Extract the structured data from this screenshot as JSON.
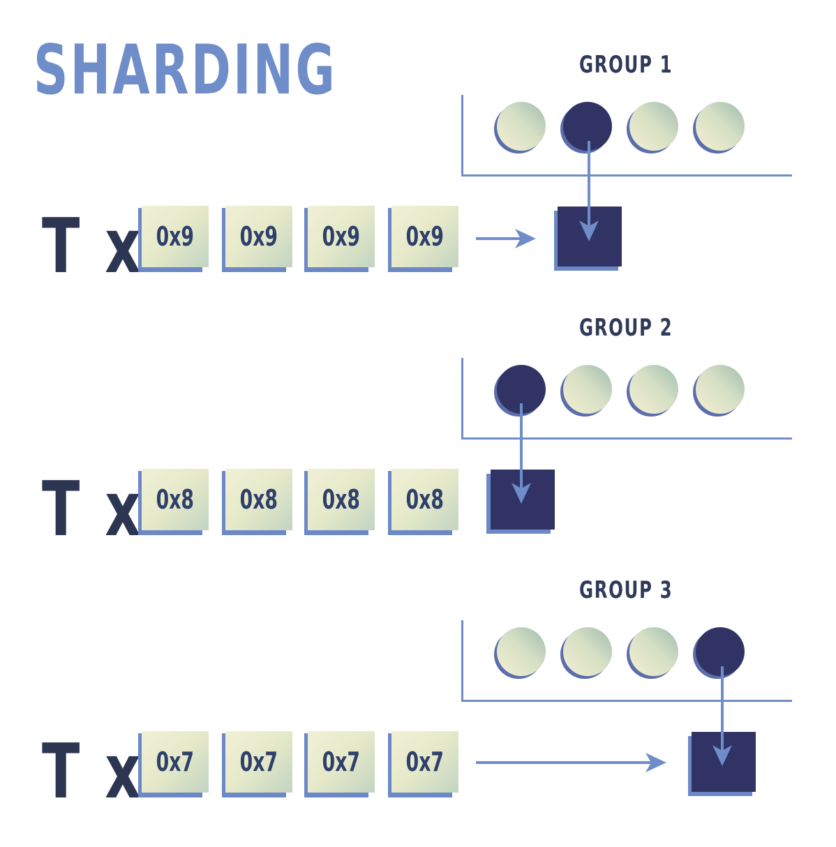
{
  "title": "SHARDING",
  "rows": [
    {
      "group_label": "GROUP 1",
      "tx_label": "T x",
      "hashes": [
        "0x9",
        "0x9",
        "0x9",
        "0x9"
      ],
      "active_node": 2
    },
    {
      "group_label": "GROUP 2",
      "tx_label": "T x",
      "hashes": [
        "0x8",
        "0x8",
        "0x8",
        "0x8"
      ],
      "active_node": 1
    },
    {
      "group_label": "GROUP 3",
      "tx_label": "T x",
      "hashes": [
        "0x7",
        "0x7",
        "0x7",
        "0x7"
      ],
      "active_node": 4
    }
  ],
  "colors": {
    "accent": "#6f8dc9",
    "dark": "#303364",
    "text": "#2c3551"
  }
}
